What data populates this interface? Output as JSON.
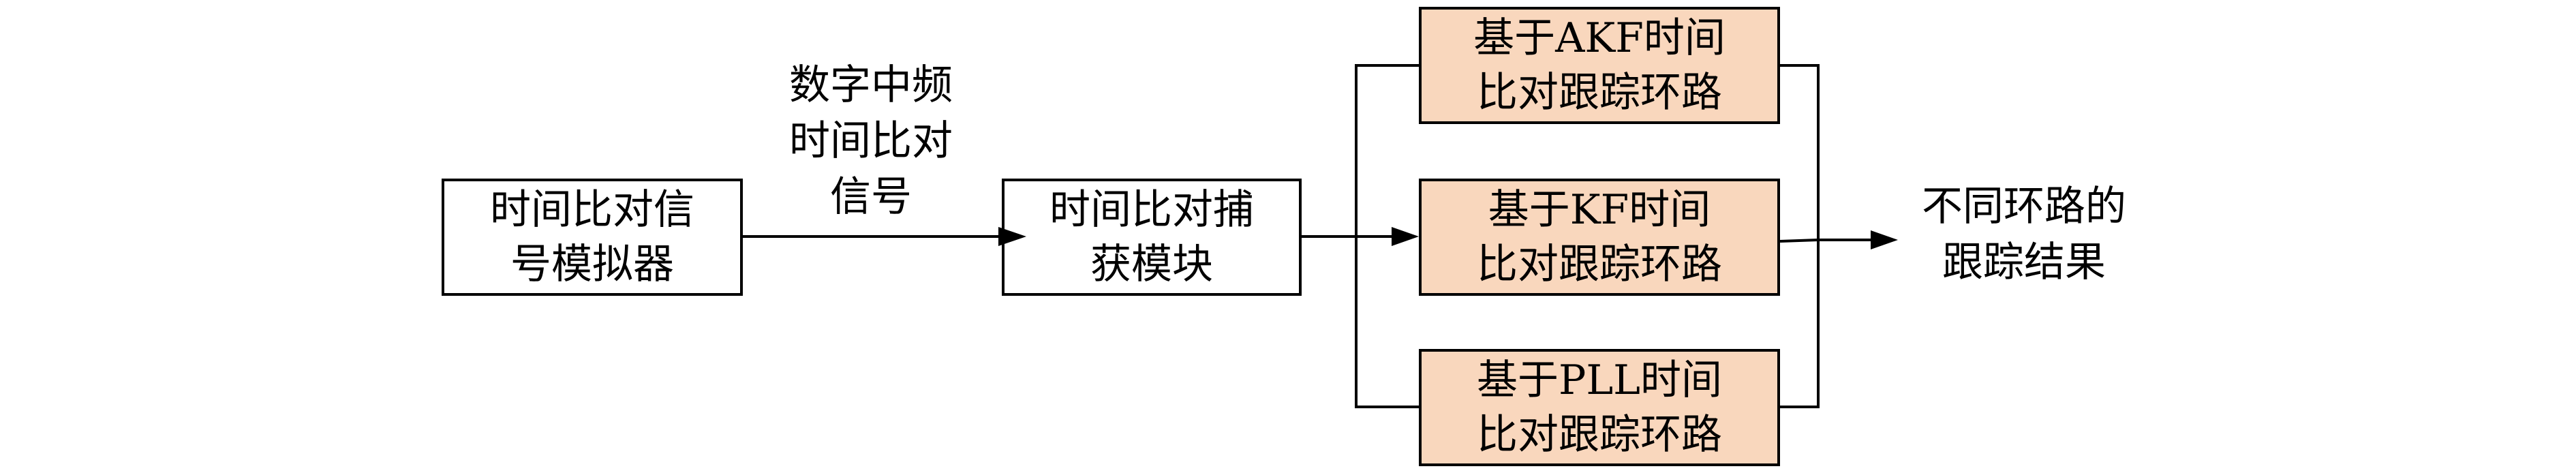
{
  "nodes": {
    "simulator": {
      "line1": "时间比对信",
      "line2": "号模拟器"
    },
    "acquisition": {
      "line1": "时间比对捕",
      "line2": "获模块"
    },
    "akf_loop": {
      "line1": "基于AKF时间",
      "line2": "比对跟踪环路"
    },
    "kf_loop": {
      "line1": "基于KF时间",
      "line2": "比对跟踪环路"
    },
    "pll_loop": {
      "line1": "基于PLL时间",
      "line2": "比对跟踪环路"
    }
  },
  "edge_labels": {
    "if_signal": {
      "line1": "数字中频",
      "line2": "时间比对",
      "line3": "信号"
    }
  },
  "output": {
    "line1": "不同环路的",
    "line2": "跟踪结果"
  },
  "colors": {
    "loop_fill": "#f9d7bd",
    "stroke": "#000000"
  }
}
